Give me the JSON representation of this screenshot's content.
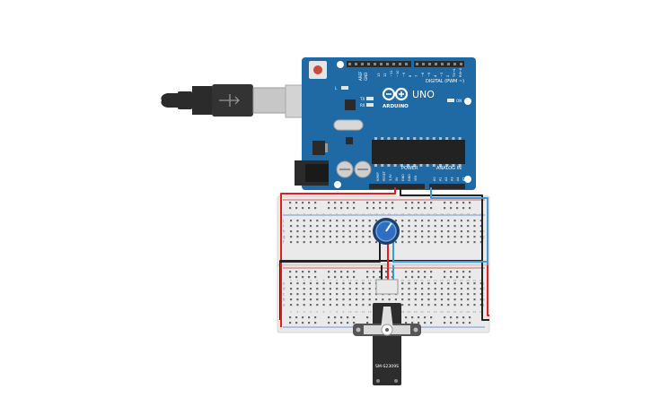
{
  "board": {
    "labels": {
      "aref": "AREF",
      "gnd_top": "GND",
      "digital": "DIGITAL (PWM ~)",
      "tx": "TX",
      "rx": "RX",
      "l": "L",
      "on": "ON",
      "brand": "ARDUINO",
      "model": "UNO",
      "power": "POWER",
      "analog": "ANALOG IN",
      "ioref": "IOREF",
      "reset": "RESET",
      "v33": "3.3V",
      "v5": "5V",
      "gnd1": "GND",
      "gnd2": "GND",
      "vin": "VIN",
      "a0": "A0",
      "a1": "A1",
      "a2": "A2",
      "a3": "A3",
      "a4": "A4",
      "a5": "A5"
    },
    "digital_pins": [
      "13",
      "12",
      "~11",
      "~10",
      "~9",
      "8",
      "7",
      "~6",
      "~5",
      "4",
      "~3",
      "2",
      "TX→1",
      "RX←0"
    ]
  },
  "breadboard": {
    "rows": [
      "a",
      "b",
      "c",
      "d",
      "e",
      "f",
      "g",
      "h",
      "i",
      "j"
    ],
    "columns": [
      1,
      2,
      3,
      4,
      5,
      6,
      7,
      8,
      9,
      10,
      11,
      12,
      13,
      14,
      15,
      16,
      17,
      18,
      19,
      20,
      21,
      22,
      23,
      24,
      25,
      26,
      27,
      28,
      29,
      30
    ]
  },
  "servo": {
    "label": "SM-S2309S"
  },
  "colors": {
    "board": "#1f6aa5",
    "board_dark": "#17557f",
    "breadboard": "#eaeaea",
    "rail_red": "#d9302b",
    "rail_blue": "#4a79c7",
    "wire_red": "#e0201b",
    "wire_black": "#222222",
    "wire_blue": "#3d9ad9",
    "pot_knob": "#2f6fc2",
    "servo_body": "#2d2d2d",
    "usb": "#2b2b2b"
  }
}
